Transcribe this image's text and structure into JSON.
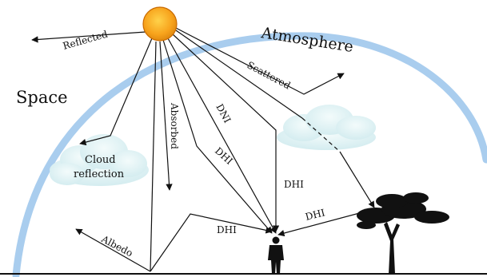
{
  "labels": {
    "atmosphere": "Atmosphere",
    "space": "Space",
    "reflected": "Reflected",
    "scattered": "Scattered",
    "absorbed": "Absorbed",
    "dni": "DNI",
    "dhi_upper": "DHI",
    "dhi_cloud": "DHI",
    "dhi_tree": "DHI",
    "dhi_ground": "DHI",
    "cloud_reflection_line1": "Cloud",
    "cloud_reflection_line2": "reflection",
    "albedo": "Albedo"
  },
  "colors": {
    "sun": "#f7a21b",
    "sun_edge": "#c96a00",
    "atmosphere": "#a9cdee",
    "cloud": "#dff2f4",
    "arrows": "#111111",
    "silhouette": "#111111"
  }
}
